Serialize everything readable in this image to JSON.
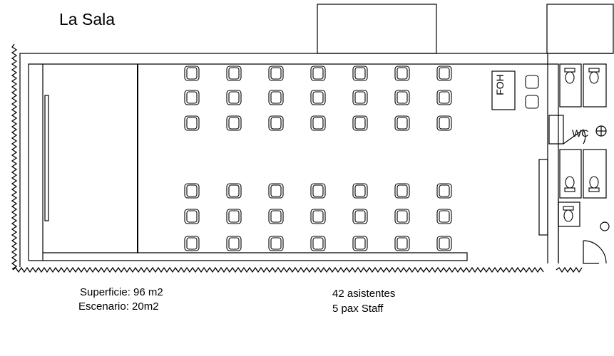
{
  "title": "La Sala",
  "stats": {
    "surface": "Superficie: 96 m2",
    "stage": "Escenario: 20m2",
    "attendees": "42 asistentes",
    "staff": "5 pax Staff"
  },
  "labels": {
    "foh": "FOH",
    "wc": "WC"
  },
  "seating": {
    "rows_per_block": 3,
    "seats_per_row": 7,
    "blocks": 2
  },
  "colors": {
    "line": "#000000",
    "background": "#ffffff"
  }
}
